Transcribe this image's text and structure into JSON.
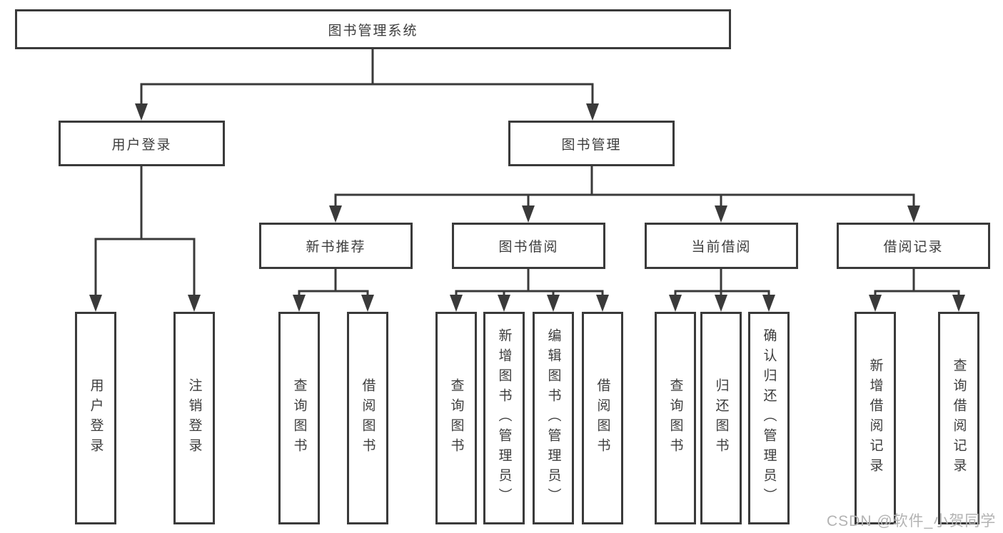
{
  "tree": {
    "label": "图书管理系统",
    "children": [
      {
        "label": "用户登录",
        "children": [
          {
            "label": "用户登录"
          },
          {
            "label": "注销登录"
          }
        ]
      },
      {
        "label": "图书管理",
        "children": [
          {
            "label": "新书推荐",
            "children": [
              {
                "label": "查询图书"
              },
              {
                "label": "借阅图书"
              }
            ]
          },
          {
            "label": "图书借阅",
            "children": [
              {
                "label": "查询图书"
              },
              {
                "label": "新增图书（管理员）"
              },
              {
                "label": "编辑图书（管理员）"
              },
              {
                "label": "借阅图书"
              }
            ]
          },
          {
            "label": "当前借阅",
            "children": [
              {
                "label": "查询图书"
              },
              {
                "label": "归还图书"
              },
              {
                "label": "确认归还（管理员）"
              }
            ]
          },
          {
            "label": "借阅记录",
            "children": [
              {
                "label": "新增借阅记录"
              },
              {
                "label": "查询借阅记录"
              }
            ]
          }
        ]
      }
    ]
  },
  "watermark": {
    "text": "CSDN @软件_小贺同学"
  },
  "colors": {
    "line": "#3a3a3a",
    "text": "#3d3d3d",
    "box_background": "#ffffff",
    "background": "#ffffff",
    "watermark": "#b3b3b3"
  }
}
